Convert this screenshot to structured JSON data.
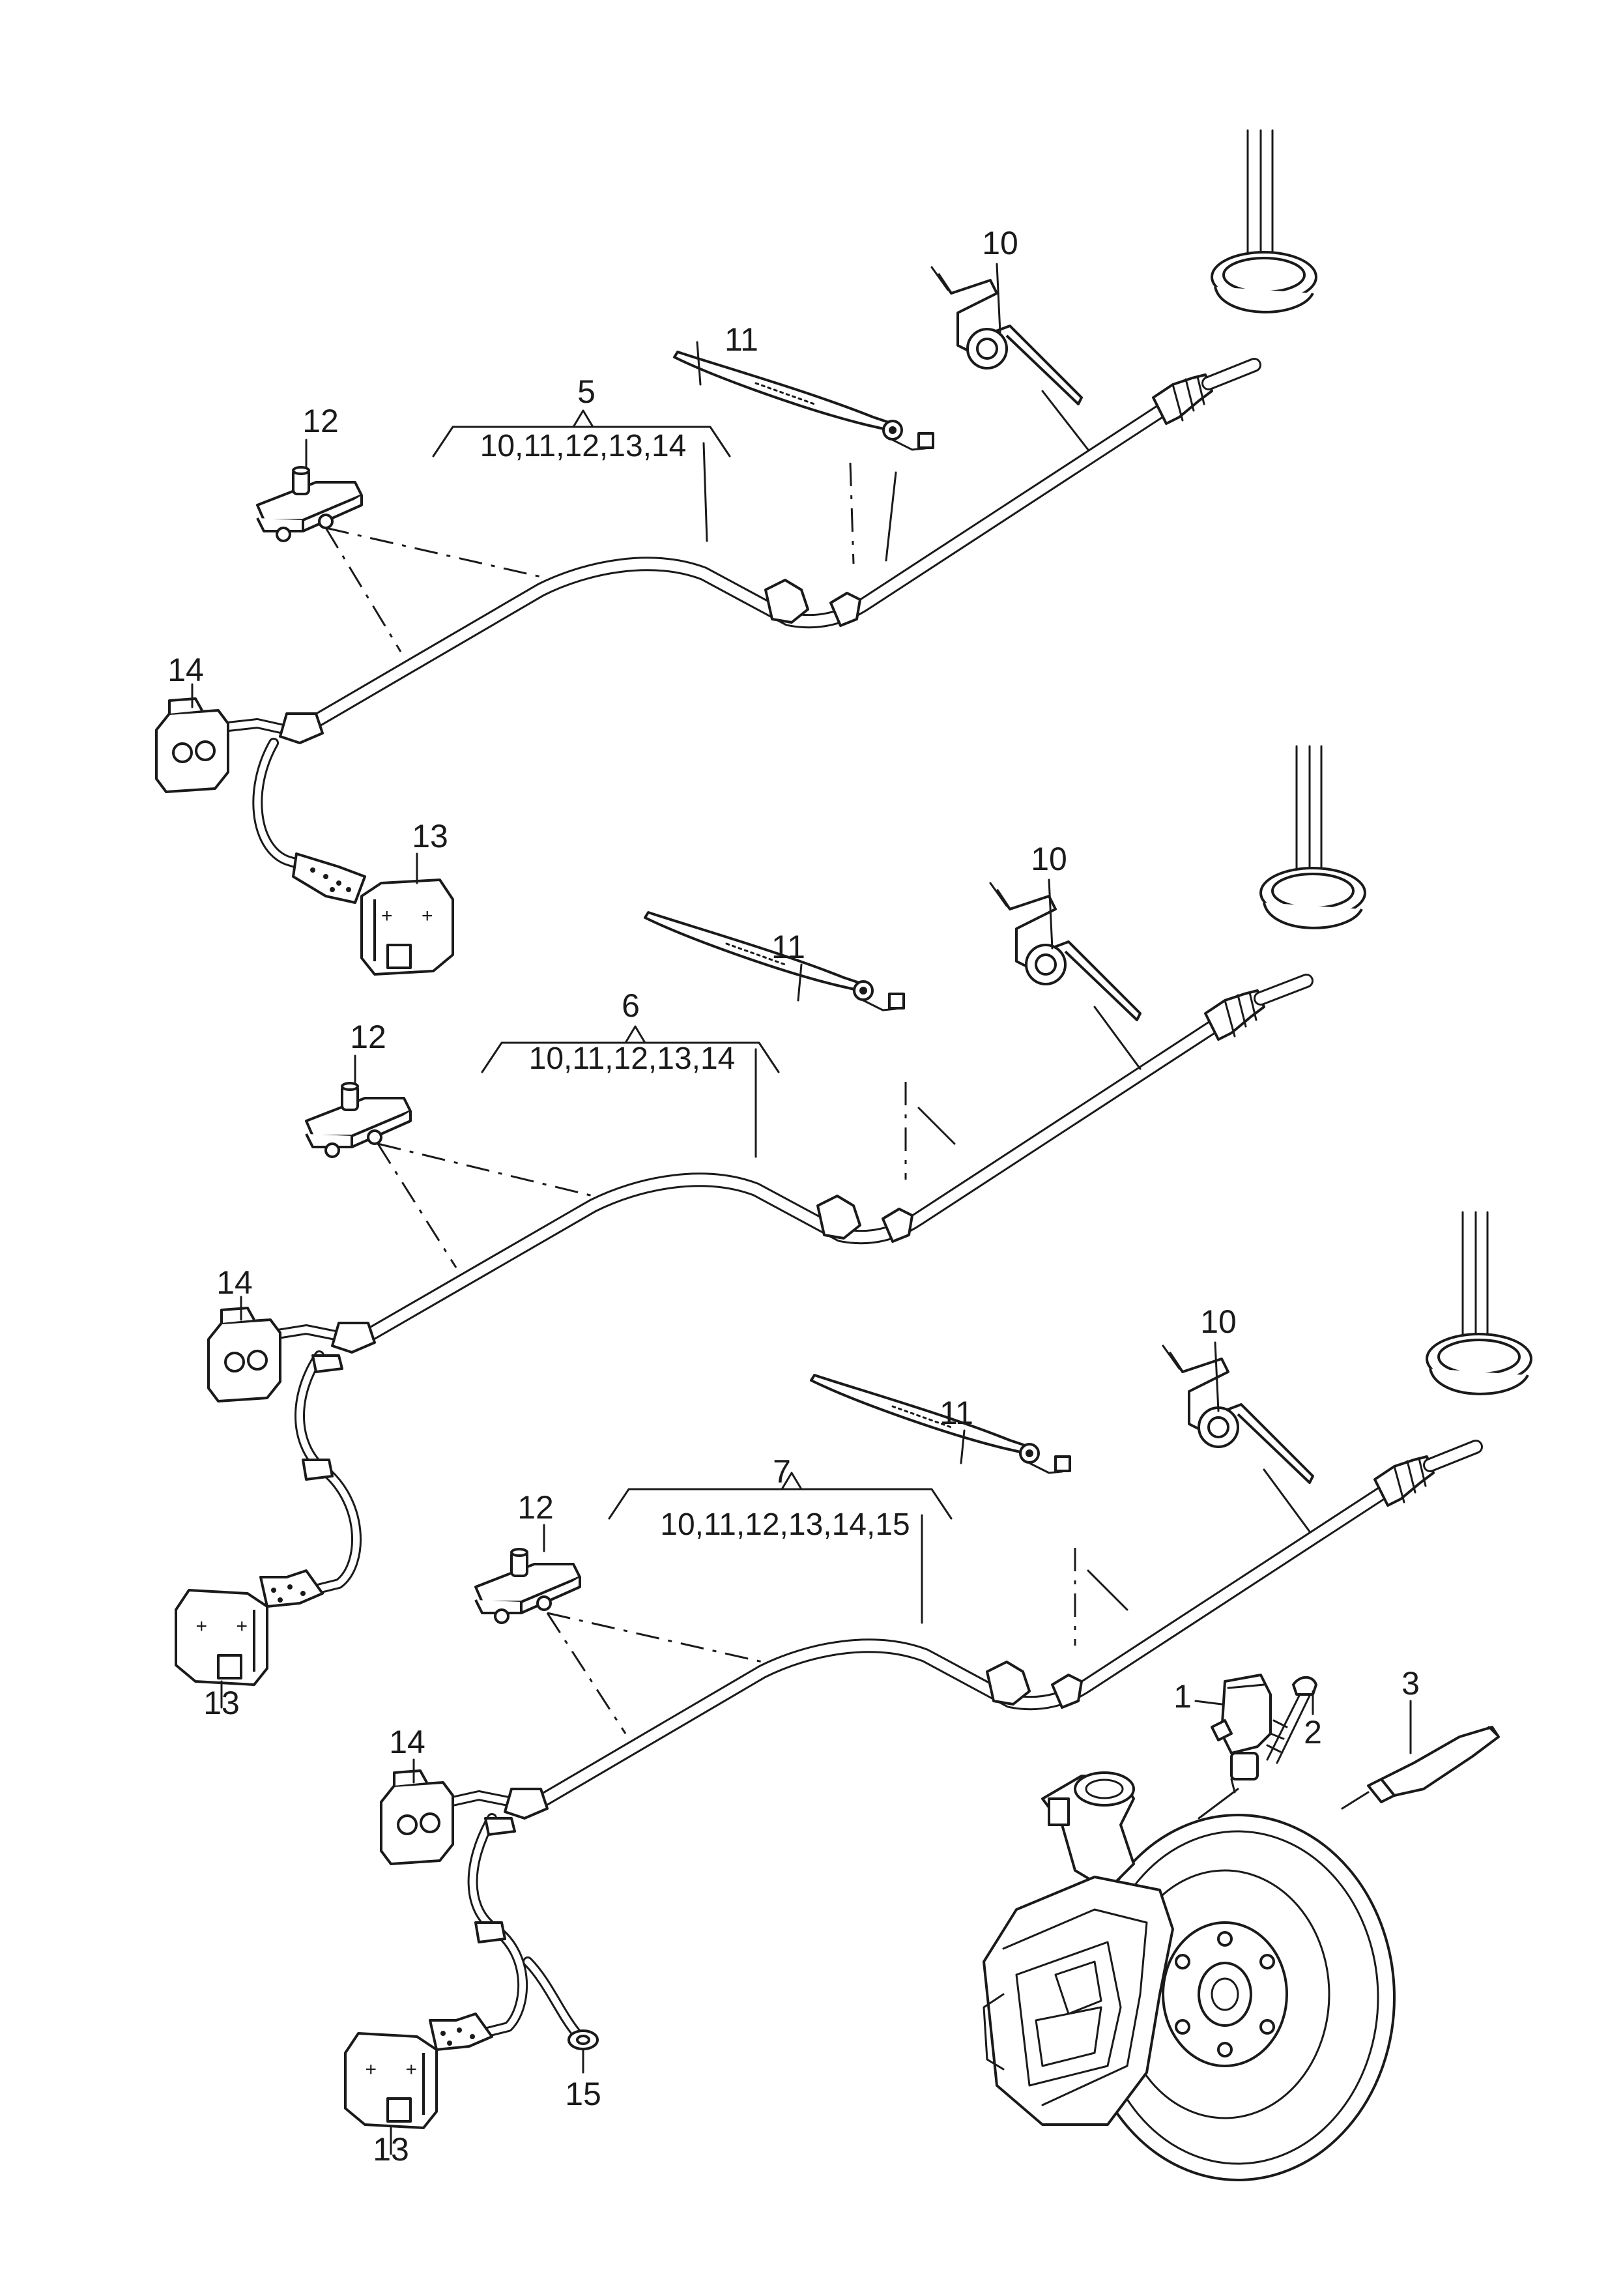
{
  "labels": {
    "p1": "1",
    "p2": "2",
    "p3": "3",
    "g5_num": "5",
    "g5_items": "10,11,12,13,14",
    "g6_num": "6",
    "g6_items": "10,11,12,13,14",
    "g7_num": "7",
    "g7_items": "10,11,12,13,14,15",
    "g5_p10": "10",
    "g5_p11": "11",
    "g5_p12": "12",
    "g5_p13": "13",
    "g5_p14": "14",
    "g6_p10": "10",
    "g6_p11": "11",
    "g6_p12": "12",
    "g6_p13": "13",
    "g6_p14": "14",
    "g7_p10": "10",
    "g7_p11": "11",
    "g7_p12": "12",
    "g7_p13": "13",
    "g7_p14": "14",
    "g7_p15": "15"
  },
  "colors": {
    "line": "#1a1a1a",
    "background": "#ffffff"
  }
}
